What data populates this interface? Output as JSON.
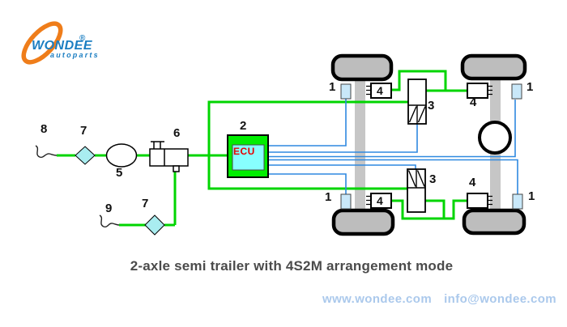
{
  "logo": {
    "brand": "WONDEE",
    "subtitle": "autoparts",
    "registered_mark": "®"
  },
  "diagram": {
    "title_hint": "2-axle semi trailer brake arrangement schematic",
    "component_labels": {
      "ecu_text": "ECU",
      "label_1": "1",
      "label_2": "2",
      "label_3": "3",
      "label_4": "4",
      "label_5": "5",
      "label_6": "6",
      "label_7": "7",
      "label_8": "8",
      "label_9": "9"
    },
    "colors": {
      "pneumatic_line_green": "#00d500",
      "electric_wire_blue": "#2f89e0",
      "sensor_fill": "#c9e8f9",
      "filter_diamond_fill": "#a9edf0",
      "ecu_box_fill": "#00ee00",
      "ecu_screen_fill": "#87ffff",
      "ecu_text_red": "#e60000",
      "wheel_fill": "#bdbdbd",
      "axle_fill": "#c6c6c6",
      "logo_orange": "#ef7d1a",
      "logo_blue": "#1b7ec2",
      "caption_gray": "#4b4b4b",
      "footer_blue": "#abc9ec"
    }
  },
  "caption": "2-axle semi trailer with 4S2M arrangement mode",
  "footer": {
    "website": "www.wondee.com",
    "email": "info@wondee.com"
  }
}
